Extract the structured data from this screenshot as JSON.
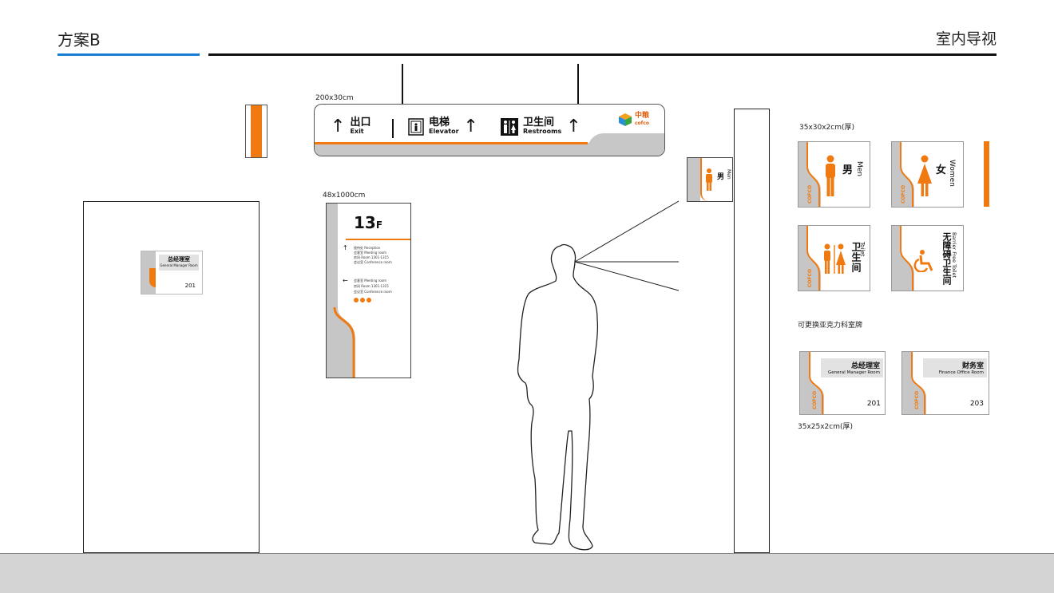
{
  "header": {
    "title_left": "方案B",
    "title_right": "室内导视"
  },
  "hanging_sign": {
    "size": "200x30cm",
    "items": [
      {
        "cn": "出口",
        "en": "Exit"
      },
      {
        "cn": "电梯",
        "en": "Elevator"
      },
      {
        "cn": "卫生间",
        "en": "Restrooms"
      }
    ],
    "logo_cn": "中粮",
    "logo_en": "cofco"
  },
  "door_plate": {
    "cn": "总经理室",
    "en": "General Manager Room",
    "number": "201"
  },
  "directory": {
    "size": "48x1000cm",
    "floor": "13",
    "floor_suffix": "F",
    "group_up": [
      "接待处 Reception",
      "会客室 Meeting room",
      "房间 Room 1301-1315"
    ],
    "group_left": [
      "会客室 Meeting room",
      "房间 Room 1301-1315",
      "会议室 Conference room"
    ],
    "group_up_first": "接待处 Reception",
    "group_up_second": "会客室 Meeting room",
    "group_up_third": "房间 Room 1301-1315",
    "group_up_fourth": "会议室 Conference room",
    "group_left_first": "会客室 Meeting room",
    "group_left_second": "房间 Room 1301-1315",
    "group_left_third": "会议室 Conference room"
  },
  "blade_sign": {
    "cn": "男",
    "en": "Men"
  },
  "restroom_signs": {
    "size": "35x30x2cm(厚)",
    "men": {
      "cn": "男",
      "en": "Men"
    },
    "women": {
      "cn": "女",
      "en": "Women"
    },
    "toilet": {
      "cn": "卫生间",
      "en": "Toilet"
    },
    "barrier_free": {
      "cn": "无障碍卫生间",
      "en": "Barrier Free Toilet"
    },
    "logo": "COFCO"
  },
  "acrylic_plates": {
    "note": "可更换亚克力科室牌",
    "size": "35x25x2cm(厚)",
    "plates": [
      {
        "cn": "总经理室",
        "en": "General Manager Room",
        "number": "201"
      },
      {
        "cn": "财务室",
        "en": "Finance Office Room",
        "number": "203"
      }
    ]
  },
  "colors": {
    "accent": "#f07a10",
    "grey": "#c6c6c6",
    "header_blue": "#1a7fd4"
  }
}
